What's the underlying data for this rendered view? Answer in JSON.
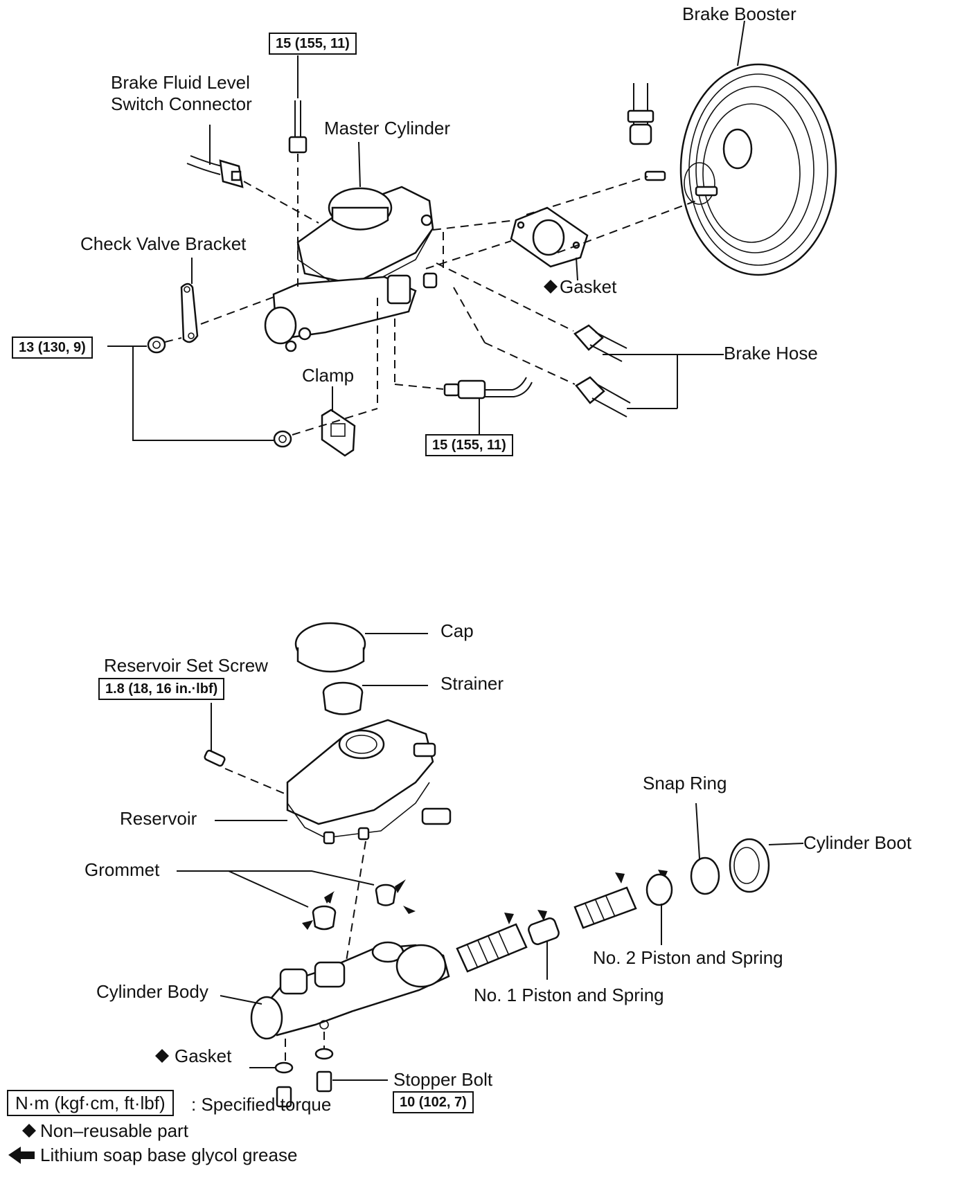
{
  "top_section": {
    "brake_booster": "Brake Booster",
    "brake_fluid_level_switch_connector": [
      "Brake Fluid Level",
      "Switch Connector"
    ],
    "master_cylinder": "Master Cylinder",
    "check_valve_bracket": "Check Valve Bracket",
    "gasket": "Gasket",
    "brake_hose": "Brake Hose",
    "clamp": "Clamp",
    "torque_top": "15 (155, 11)",
    "torque_left": "13 (130, 9)",
    "torque_bottom": "15 (155, 11)"
  },
  "bottom_section": {
    "cap": "Cap",
    "strainer": "Strainer",
    "reservoir_set_screw": "Reservoir Set Screw",
    "reservoir_set_screw_torque": "1.8 (18, 16 in.·lbf)",
    "reservoir": "Reservoir",
    "grommet": "Grommet",
    "snap_ring": "Snap Ring",
    "cylinder_boot": "Cylinder Boot",
    "no2_piston": "No. 2 Piston and Spring",
    "no1_piston": "No. 1 Piston and Spring",
    "cylinder_body": "Cylinder Body",
    "gasket": "Gasket",
    "stopper_bolt": "Stopper Bolt",
    "stopper_bolt_torque": "10 (102, 7)"
  },
  "legend": {
    "torque_unit_box": "N·m (kgf·cm, ft·lbf)",
    "torque_desc": ": Specified torque",
    "non_reusable": "Non–reusable part",
    "grease": "Lithium soap base glycol grease"
  },
  "symbols": {
    "non_reusable_icon": "black-diamond",
    "grease_icon": "black-arrow"
  }
}
